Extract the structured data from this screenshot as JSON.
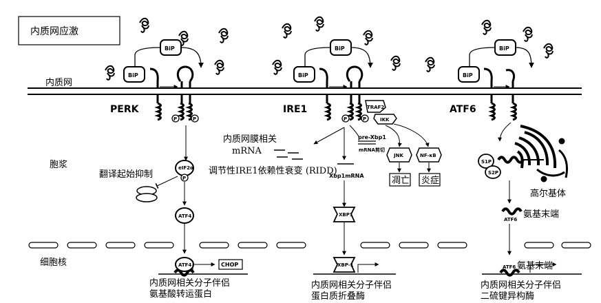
{
  "title": "内质网应激",
  "compartments": {
    "er": "内质网",
    "cytoplasm": "胞浆",
    "nucleus": "细胞核",
    "golgi": "高尔基体"
  },
  "sensors": {
    "perk": "PERK",
    "ire1": "IRE1",
    "atf6": "ATF6"
  },
  "molecules": {
    "bip": "BiP",
    "p": "P",
    "traf2": "TRAF2",
    "ikk": "IKK",
    "eif2a": "eIF2α",
    "atf4": "ATF4",
    "chop": "CHOP",
    "pre_xbp1": "pre-Xbp1",
    "mrna_cut": "mRNA剪切",
    "xbp1_mrna": "Xbp1mRNA",
    "xbp1": "XBP1",
    "xbp1_nuc": "XBP-1",
    "jnk": "JNK",
    "nfkb": "NF-κB",
    "s1p": "S1P",
    "s2p": "S2P",
    "atf6_frag": "ATF6"
  },
  "labels": {
    "translation_inhibit": "翻译起始抑制",
    "er_membrane_mrna_1": "内质网膜相关",
    "er_membrane_mrna_2": "mRNA",
    "ridd": "调节性IRE1依赖性衰变 (RIDD)",
    "apoptosis": "凋亡",
    "inflammation": "炎症",
    "n_terminal_1": "氨基末端",
    "n_terminal_2": "氨基末端"
  },
  "targets": {
    "perk_1": "内质网相关分子伴侣",
    "perk_2": "氨基酸转运蛋白",
    "ire1_1": "内质网相关分子伴侣",
    "ire1_2": "蛋白质折叠酶",
    "atf6_1": "内质网相关分子伴侣",
    "atf6_2": "二硫键异构酶"
  },
  "colors": {
    "line": "#000000",
    "box_fill": "#ffffff",
    "gene_fill": "#000000"
  }
}
